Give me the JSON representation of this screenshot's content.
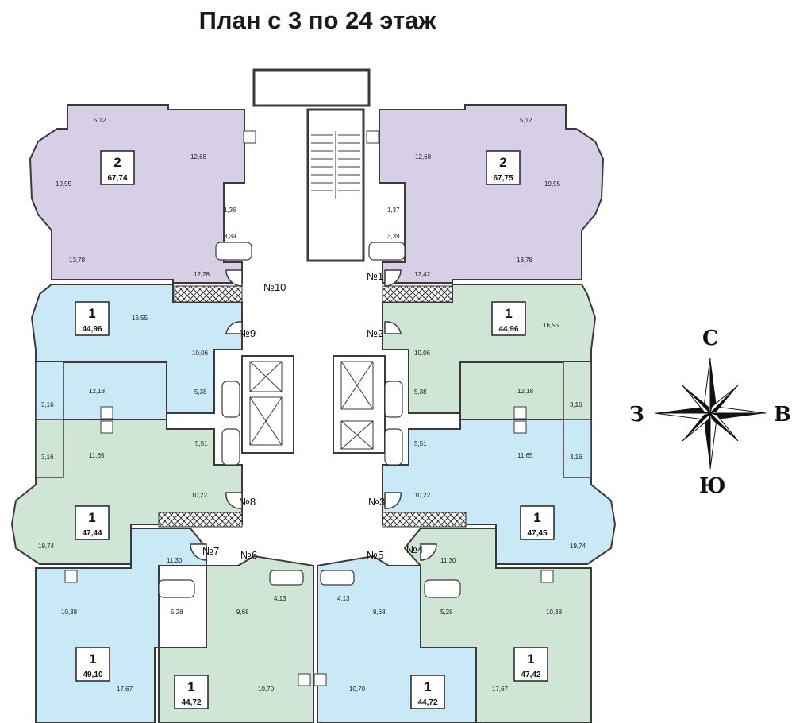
{
  "title": "План с 3 по 24 этаж",
  "colors": {
    "purple": "#d6cfe6",
    "green": "#cfe6d6",
    "blue": "#c9e9f6",
    "wall": "#3a3a3a"
  },
  "apartments": [
    {
      "rooms": "2",
      "area": "67,74"
    },
    {
      "rooms": "2",
      "area": "67,75"
    },
    {
      "rooms": "1",
      "area": "44,96"
    },
    {
      "rooms": "1",
      "area": "44,96"
    },
    {
      "rooms": "1",
      "area": "47,44"
    },
    {
      "rooms": "1",
      "area": "47,45"
    },
    {
      "rooms": "1",
      "area": "49,10"
    },
    {
      "rooms": "1",
      "area": "47,42"
    },
    {
      "rooms": "1",
      "area": "44,72"
    },
    {
      "rooms": "1",
      "area": "44,72"
    }
  ],
  "numbers": [
    "№10",
    "№1",
    "№9",
    "№2",
    "№8",
    "№3",
    "№7",
    "№6",
    "№5",
    "№4"
  ],
  "room_areas": [
    "5,12",
    "19,95",
    "12,68",
    "1,36",
    "3,39",
    "13,78",
    "12,28",
    "5,12",
    "19,95",
    "12,68",
    "1,37",
    "3,39",
    "13,78",
    "12,42",
    "16,55",
    "10,06",
    "12,18",
    "3,16",
    "5,38",
    "5,51",
    "11,65",
    "3,16",
    "10,22",
    "16,55",
    "10,06",
    "12,18",
    "3,16",
    "5,38",
    "5,51",
    "11,65",
    "3,16",
    "10,22",
    "19,74",
    "11,30",
    "10,38",
    "5,28",
    "9,68",
    "4,13",
    "17,67",
    "10,70",
    "19,74",
    "11,30",
    "10,38",
    "5,28",
    "9,68",
    "4,13",
    "17,67",
    "10,70"
  ],
  "compass": {
    "north": "С",
    "south": "Ю",
    "west": "З",
    "east": "В"
  }
}
